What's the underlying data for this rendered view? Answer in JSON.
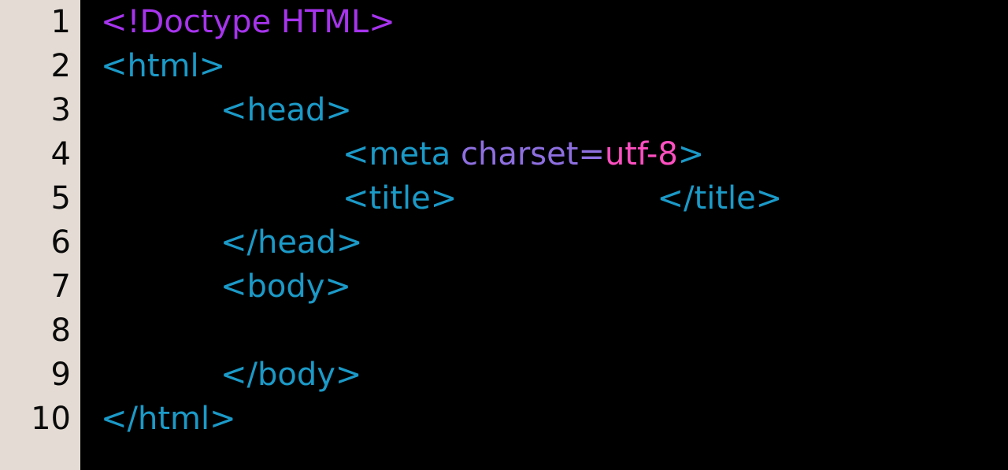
{
  "editor": {
    "background_color": "#000000",
    "gutter_color": "#E4DCD4",
    "gutter_text_color": "#0A0A0A",
    "language": "html",
    "colors": {
      "doctype": "#A734EE",
      "tag": "#1B9AC8",
      "attribute_name": "#8E6FE0",
      "attribute_equals": "#8E6FE0",
      "attribute_value": "#FF4FC1"
    },
    "line_numbers": [
      "1",
      "2",
      "3",
      "4",
      "5",
      "6",
      "7",
      "8",
      "9",
      "10"
    ],
    "lines": [
      {
        "number": "1",
        "indent": 0,
        "text": "<!Doctype HTML>",
        "tokens": [
          {
            "type": "doctype",
            "text": "<!Doctype HTML>"
          }
        ]
      },
      {
        "number": "2",
        "indent": 0,
        "text": "<html>",
        "tokens": [
          {
            "type": "tag",
            "text": "<html>"
          }
        ]
      },
      {
        "number": "3",
        "indent": 1,
        "text": "<head>",
        "tokens": [
          {
            "type": "tag",
            "text": "<head>"
          }
        ]
      },
      {
        "number": "4",
        "indent": 2,
        "text": "<meta charset=utf-8>",
        "tokens": [
          {
            "type": "tag",
            "text": "<meta "
          },
          {
            "type": "attr",
            "text": "charset"
          },
          {
            "type": "eq",
            "text": "="
          },
          {
            "type": "value",
            "text": "utf-8"
          },
          {
            "type": "tag",
            "text": ">"
          }
        ]
      },
      {
        "number": "5",
        "indent": 2,
        "text": "<title>                    </title>",
        "tokens": [
          {
            "type": "tag",
            "text": "<title>"
          },
          {
            "type": "gap",
            "text": "                    "
          },
          {
            "type": "tag",
            "text": "</title>"
          }
        ]
      },
      {
        "number": "6",
        "indent": 1,
        "text": "</head>",
        "tokens": [
          {
            "type": "tag",
            "text": "</head>"
          }
        ]
      },
      {
        "number": "7",
        "indent": 1,
        "text": "<body>",
        "tokens": [
          {
            "type": "tag",
            "text": "<body>"
          }
        ]
      },
      {
        "number": "8",
        "indent": 0,
        "text": "",
        "tokens": []
      },
      {
        "number": "9",
        "indent": 1,
        "text": "</body>",
        "tokens": [
          {
            "type": "tag",
            "text": "</body>"
          }
        ]
      },
      {
        "number": "10",
        "indent": 0,
        "text": "</html>",
        "tokens": [
          {
            "type": "tag",
            "text": "</html>"
          }
        ]
      }
    ]
  }
}
